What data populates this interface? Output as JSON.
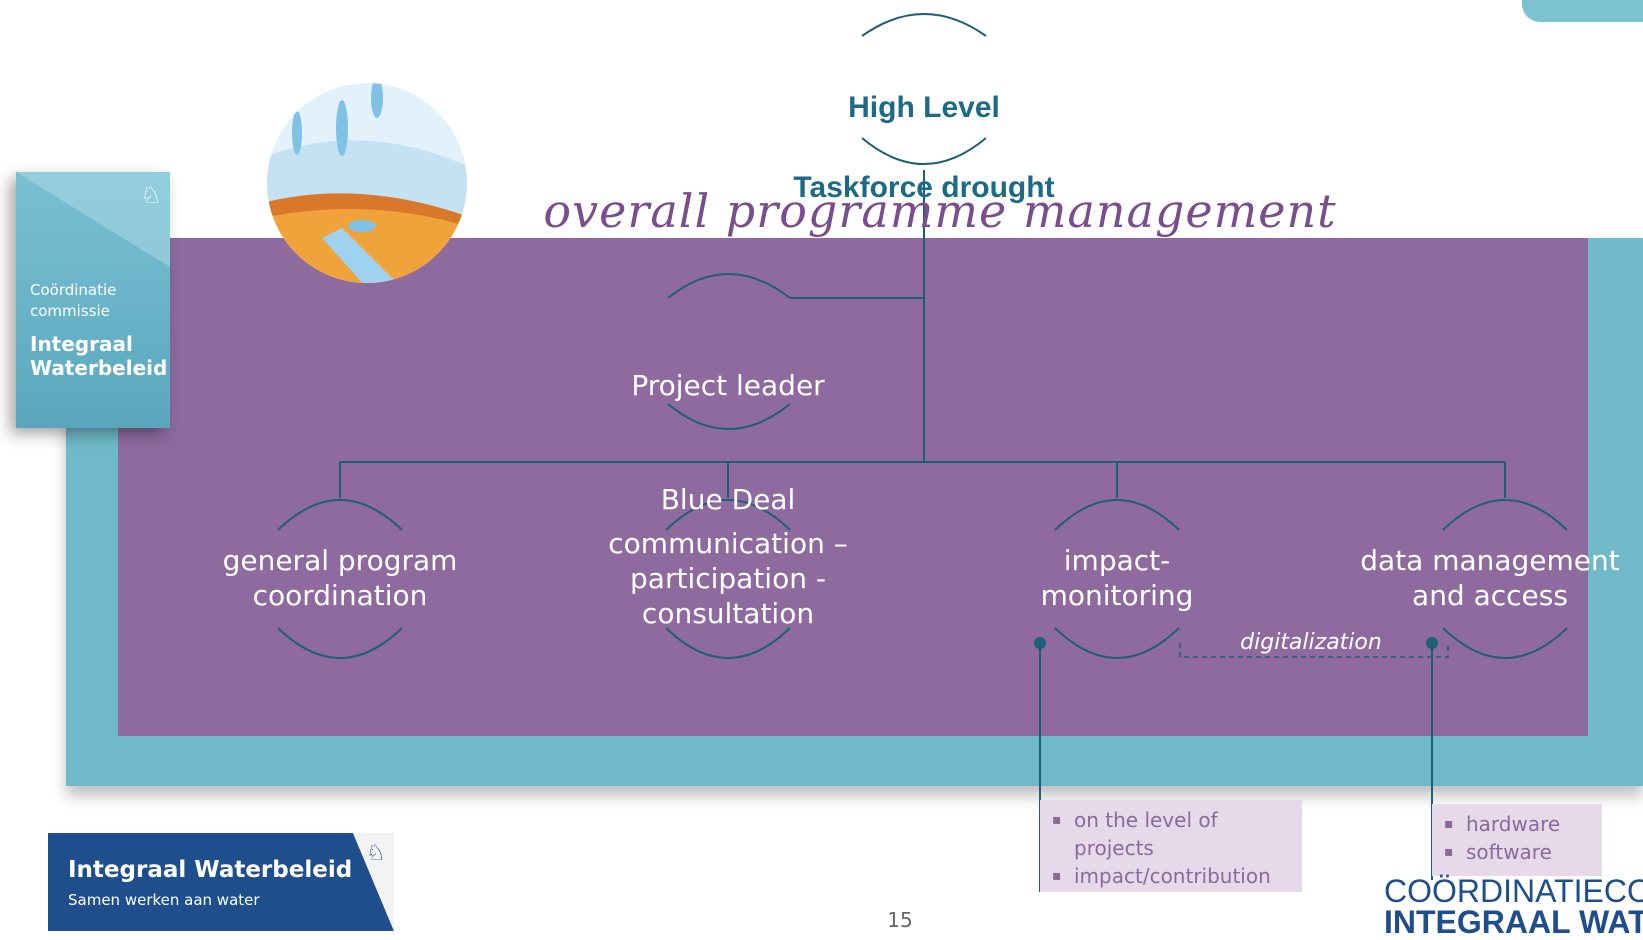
{
  "colors": {
    "purple_panel": "#8e6a9f",
    "teal_frame": "#6fb9c8",
    "line": "#1d5f76",
    "title_teal": "#1d6a86",
    "overall_purple": "#7a4e8c",
    "bullet_bg": "#e6d9ea",
    "brand_blue": "#1f4e8c"
  },
  "top_node": {
    "line1": "High Level",
    "line2": "Taskforce drought"
  },
  "overall_label": "overall programme management",
  "project_leader": {
    "line1": "Project leader",
    "line2": "Blue Deal"
  },
  "workstreams": [
    {
      "label": "general program\ncoordination"
    },
    {
      "label": "communication –\nparticipation -\nconsultation"
    },
    {
      "label": "impact-\nmonitoring"
    },
    {
      "label": "data management\nand access"
    }
  ],
  "digitalization_label": "digitalization",
  "impact_bullets": [
    "on the level of projects",
    "impact/contribution"
  ],
  "data_bullets": [
    "hardware",
    "software"
  ],
  "side_badge": {
    "line1": "Coördinatie",
    "line2": "commissie",
    "line3": "Integraal",
    "line4": "Waterbeleid",
    "icon": "lion-icon"
  },
  "footer_logo": {
    "title": "Integraal Waterbeleid",
    "subtitle": "Samen werken aan water",
    "icon": "lion-icon"
  },
  "page_number": "15",
  "bottom_brand": {
    "line1": "COÖRDINATIECOM",
    "line2": "INTEGRAAL WATE"
  }
}
